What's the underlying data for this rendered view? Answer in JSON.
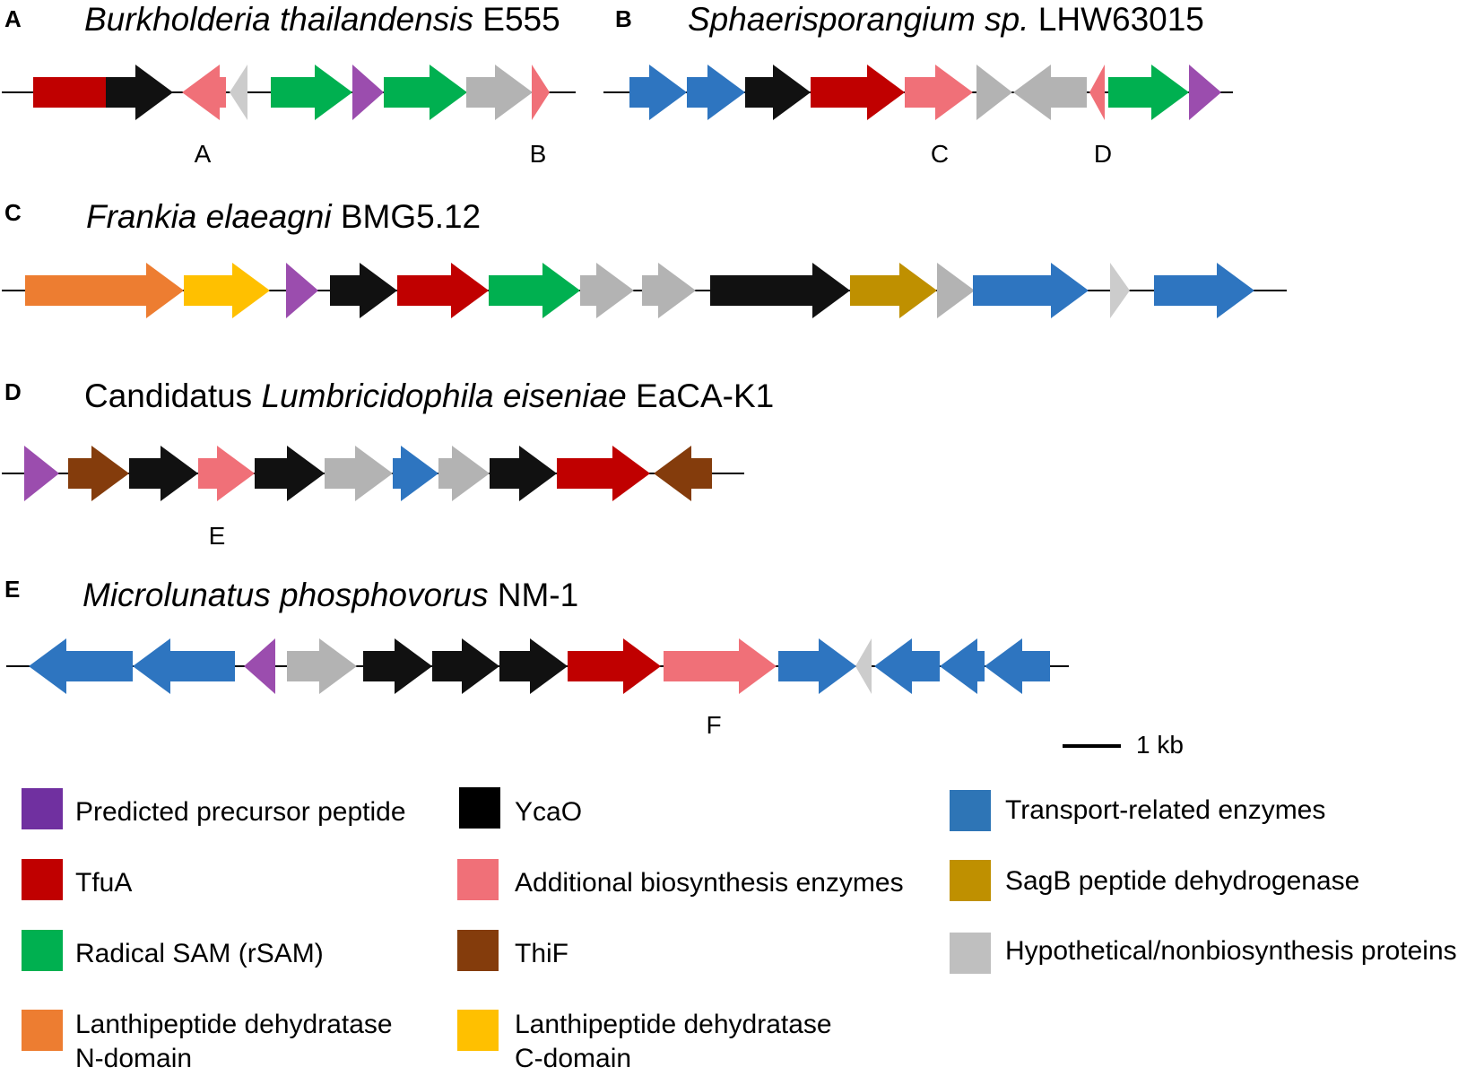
{
  "colors": {
    "precursor": "#9B4DAE",
    "ycao": "#111111",
    "transport": "#2E75C0",
    "tfua": "#C00000",
    "additional": "#F07078",
    "sagb": "#BF9000",
    "rsam": "#00B050",
    "thif": "#843C0C",
    "hypothetical": "#B3B3B3",
    "hypothetical_light": "#CCCCCC",
    "lanth_n": "#ED7D31",
    "lanth_c": "#FFC000"
  },
  "panels": [
    {
      "id": "A",
      "letter": "A",
      "title_italic": "Burkholderia thailandensis",
      "title_plain": " E555",
      "genes": [
        {
          "dir": "box",
          "color": "tfua"
        },
        {
          "dir": "right",
          "color": "ycao"
        },
        {
          "dir": "left",
          "color": "additional"
        },
        {
          "dir": "left",
          "color": "hypothetical_light"
        },
        {
          "dir": "right",
          "color": "rsam"
        },
        {
          "dir": "right",
          "color": "precursor"
        },
        {
          "dir": "right",
          "color": "rsam"
        },
        {
          "dir": "right",
          "color": "hypothetical"
        },
        {
          "dir": "right",
          "color": "additional"
        }
      ],
      "labels": [
        "A",
        "B"
      ]
    },
    {
      "id": "B",
      "letter": "B",
      "title_italic": "Sphaerisporangium sp.",
      "title_plain": " LHW63015",
      "genes": [
        {
          "dir": "right",
          "color": "transport"
        },
        {
          "dir": "right",
          "color": "transport"
        },
        {
          "dir": "right",
          "color": "ycao"
        },
        {
          "dir": "right",
          "color": "tfua"
        },
        {
          "dir": "right",
          "color": "additional"
        },
        {
          "dir": "right",
          "color": "hypothetical"
        },
        {
          "dir": "left",
          "color": "hypothetical"
        },
        {
          "dir": "left",
          "color": "additional"
        },
        {
          "dir": "right",
          "color": "rsam"
        },
        {
          "dir": "right",
          "color": "precursor"
        }
      ],
      "labels": [
        "C",
        "D"
      ]
    },
    {
      "id": "C",
      "letter": "C",
      "title_italic": "Frankia elaeagni",
      "title_plain": " BMG5.12",
      "genes": [
        {
          "dir": "right",
          "color": "lanth_n"
        },
        {
          "dir": "right",
          "color": "lanth_c"
        },
        {
          "dir": "right",
          "color": "precursor"
        },
        {
          "dir": "right",
          "color": "ycao"
        },
        {
          "dir": "right",
          "color": "tfua"
        },
        {
          "dir": "right",
          "color": "rsam"
        },
        {
          "dir": "right",
          "color": "hypothetical"
        },
        {
          "dir": "right",
          "color": "hypothetical"
        },
        {
          "dir": "right",
          "color": "ycao"
        },
        {
          "dir": "right",
          "color": "sagb"
        },
        {
          "dir": "right",
          "color": "hypothetical"
        },
        {
          "dir": "right",
          "color": "transport"
        },
        {
          "dir": "right",
          "color": "hypothetical_light"
        },
        {
          "dir": "right",
          "color": "transport"
        }
      ],
      "labels": []
    },
    {
      "id": "D",
      "letter": "D",
      "title_prefix": "Candidatus ",
      "title_italic": "Lumbricidophila eiseniae",
      "title_plain": " EaCA-K1",
      "genes": [
        {
          "dir": "right",
          "color": "precursor"
        },
        {
          "dir": "right",
          "color": "thif"
        },
        {
          "dir": "right",
          "color": "ycao"
        },
        {
          "dir": "right",
          "color": "additional"
        },
        {
          "dir": "right",
          "color": "ycao"
        },
        {
          "dir": "right",
          "color": "hypothetical"
        },
        {
          "dir": "right",
          "color": "transport"
        },
        {
          "dir": "right",
          "color": "hypothetical"
        },
        {
          "dir": "right",
          "color": "ycao"
        },
        {
          "dir": "right",
          "color": "tfua"
        },
        {
          "dir": "left",
          "color": "thif"
        }
      ],
      "labels": [
        "E"
      ]
    },
    {
      "id": "E",
      "letter": "E",
      "title_italic": "Microlunatus phosphovorus",
      "title_plain": " NM-1",
      "genes": [
        {
          "dir": "left",
          "color": "transport"
        },
        {
          "dir": "left",
          "color": "transport"
        },
        {
          "dir": "left",
          "color": "precursor"
        },
        {
          "dir": "right",
          "color": "hypothetical"
        },
        {
          "dir": "right",
          "color": "ycao"
        },
        {
          "dir": "right",
          "color": "ycao"
        },
        {
          "dir": "right",
          "color": "ycao"
        },
        {
          "dir": "right",
          "color": "tfua"
        },
        {
          "dir": "right",
          "color": "additional"
        },
        {
          "dir": "right",
          "color": "transport"
        },
        {
          "dir": "left",
          "color": "hypothetical_light"
        },
        {
          "dir": "left",
          "color": "transport"
        },
        {
          "dir": "left",
          "color": "transport"
        },
        {
          "dir": "left",
          "color": "transport"
        }
      ],
      "labels": [
        "F"
      ]
    }
  ],
  "scale_bar": {
    "label": "1 kb"
  },
  "legend": [
    {
      "label": "Predicted precursor peptide",
      "color": "#7030A0"
    },
    {
      "label": "YcaO",
      "color": "#000000"
    },
    {
      "label": "Transport-related enzymes",
      "color": "#2E75B6"
    },
    {
      "label": "TfuA",
      "color": "#C00000"
    },
    {
      "label": "Additional biosynthesis enzymes",
      "color": "#F07078"
    },
    {
      "label": "SagB peptide dehydrogenase",
      "color": "#BF9000"
    },
    {
      "label": "Radical SAM (rSAM)",
      "color": "#00B050"
    },
    {
      "label": "ThiF",
      "color": "#843C0C"
    },
    {
      "label": "Hypothetical/nonbiosynthesis proteins",
      "color": "#BFBFBF"
    },
    {
      "label_lines": [
        "Lanthipeptide dehydratase",
        "N-domain"
      ],
      "color": "#ED7D31"
    },
    {
      "label_lines": [
        "Lanthipeptide dehydratase",
        "C-domain"
      ],
      "color": "#FFC000"
    }
  ]
}
